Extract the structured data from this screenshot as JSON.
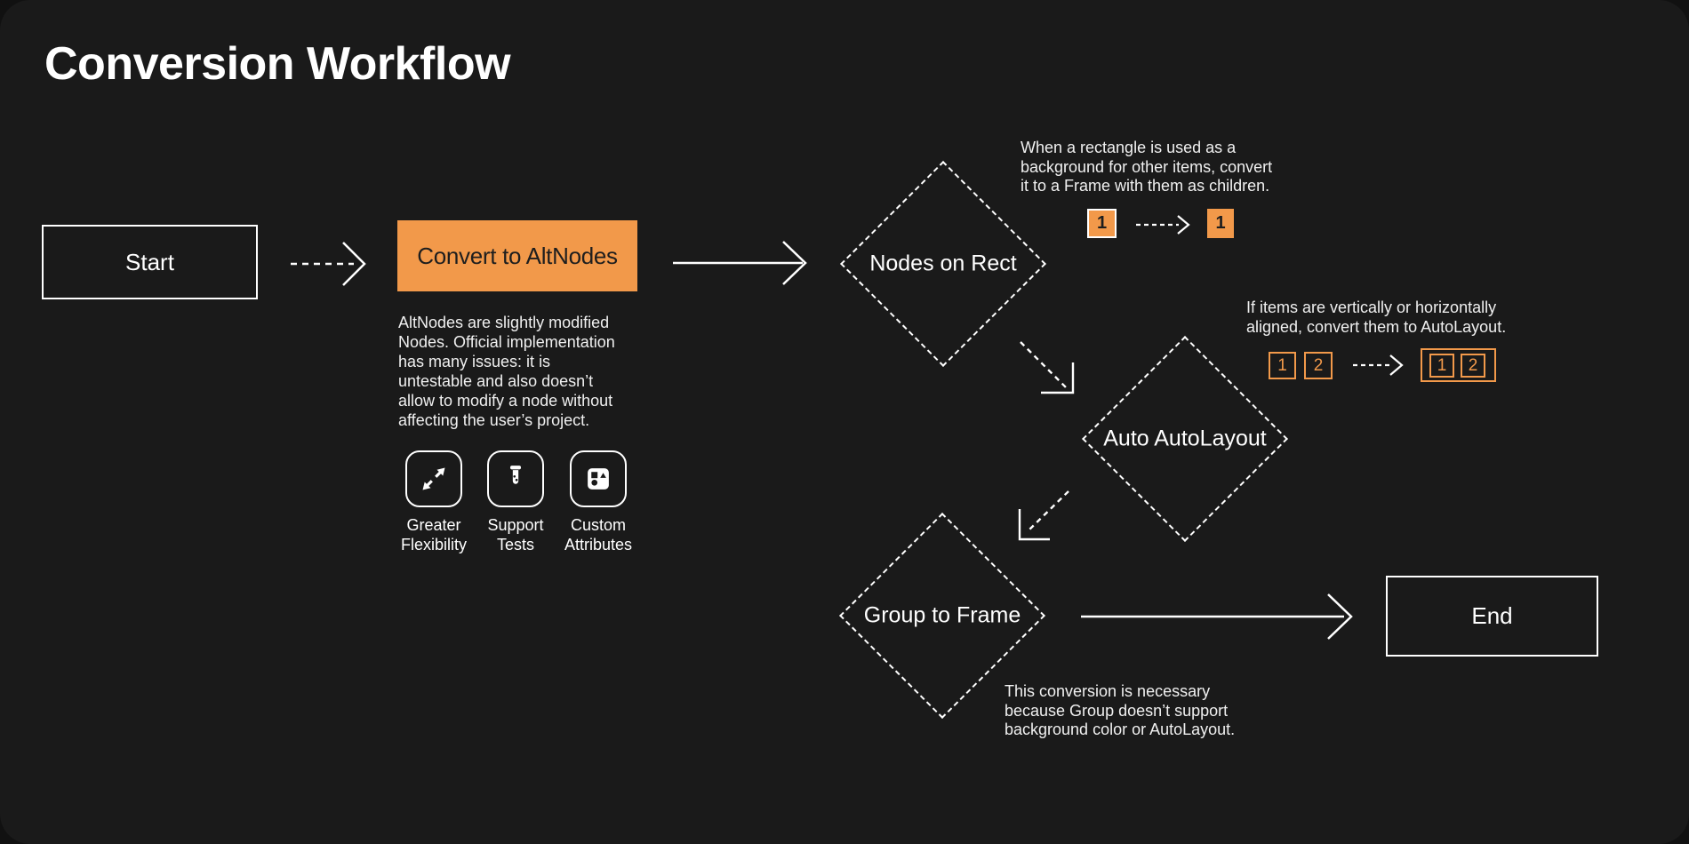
{
  "title": "Conversion Workflow",
  "colors": {
    "background": "#1a1a1a",
    "accent_orange": "#F2994A",
    "foreground": "#ffffff"
  },
  "nodes": {
    "start": {
      "label": "Start",
      "type": "terminator"
    },
    "convert": {
      "label": "Convert to AltNodes",
      "type": "process"
    },
    "nodes_on_rect": {
      "label": "Nodes on Rect",
      "type": "decision"
    },
    "auto_autolayout": {
      "label": "Auto AutoLayout",
      "type": "decision"
    },
    "group_to_frame": {
      "label": "Group to Frame",
      "type": "decision"
    },
    "end": {
      "label": "End",
      "type": "terminator"
    }
  },
  "notes": {
    "altnodes_description": "AltNodes are slightly modified\nNodes. Official implementation\nhas many issues: it is\nuntestable and also doesn’t\nallow to modify a node without\naffecting the user’s project.",
    "nodes_on_rect_note": "When a rectangle is used as a\nbackground for other items, convert\nit to a Frame with them as children.",
    "auto_autolayout_note": "If items are vertically or horizontally\naligned, convert them to AutoLayout.",
    "group_to_frame_note": "This conversion is necessary\nbecause Group doesn’t support\nbackground color or AutoLayout."
  },
  "features": [
    {
      "icon": "expand-arrows-icon",
      "label": "Greater\nFlexibility"
    },
    {
      "icon": "test-tube-icon",
      "label": "Support\nTests"
    },
    {
      "icon": "shapes-icon",
      "label": "Custom\nAttributes"
    }
  ],
  "examples": {
    "rect_to_frame": {
      "before": "1",
      "after": "1"
    },
    "autolayout": {
      "item1": "1",
      "item2": "2",
      "result1": "1",
      "result2": "2"
    }
  }
}
